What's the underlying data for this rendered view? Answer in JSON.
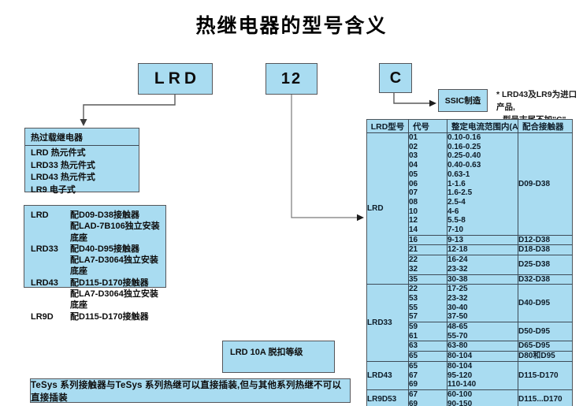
{
  "title": "热继电器的型号含义",
  "colors": {
    "box_fill": "#a9dcf1",
    "box_border": "#55565a",
    "table_line": "#3e4b57",
    "text": "#0d0d0d"
  },
  "model_boxes": {
    "prefix": "LRD",
    "current_code": "12",
    "origin_code": "C"
  },
  "ssic": {
    "label": "SSIC制造"
  },
  "import_note": {
    "line1": "* LRD43及LR9为进口产品,",
    "line2": "型号末尾不加\"C\""
  },
  "relay_types": {
    "title": "热过载继电器",
    "items": [
      "LRD 热元件式",
      "LRD33 热元件式",
      "LRD43 热元件式",
      "LR9 电子式"
    ]
  },
  "pairing": {
    "rows": [
      {
        "model": "LRD",
        "desc": "配D09-D38接触器"
      },
      {
        "model": "",
        "desc": "配LAD-7B106独立安装底座"
      },
      {
        "model": "LRD33",
        "desc": "配D40-D95接触器"
      },
      {
        "model": "",
        "desc": "配LA7-D3064独立安装底座"
      },
      {
        "model": "LRD43",
        "desc": "配D115-D170接触器"
      },
      {
        "model": "",
        "desc": "配LA7-D3064独立安装底座"
      },
      {
        "model": "LR9D",
        "desc": "配D115-D170接触器"
      }
    ]
  },
  "trip_class": {
    "label": "LRD 10A 脱扣等级"
  },
  "footer_note": {
    "text": "TeSys 系列接触器与TeSys 系列热继可以直接插装,但与其他系列热继不可以直接插装"
  },
  "table": {
    "headers": [
      "LRD型号",
      "代号",
      "整定电流范围内(A)",
      "配合接触器"
    ],
    "groups": [
      {
        "model": "LRD",
        "blocks": [
          {
            "contactor": "D09-D38",
            "rows": [
              [
                "01",
                "0.10-0.16"
              ],
              [
                "02",
                "0.16-0.25"
              ],
              [
                "03",
                "0.25-0.40"
              ],
              [
                "04",
                "0.40-0.63"
              ],
              [
                "05",
                "0.63-1"
              ],
              [
                "06",
                "1-1.6"
              ],
              [
                "07",
                "1.6-2.5"
              ],
              [
                "08",
                "2.5-4"
              ],
              [
                "10",
                "4-6"
              ],
              [
                "12",
                "5.5-8"
              ],
              [
                "14",
                "7-10"
              ]
            ]
          },
          {
            "contactor": "D12-D38",
            "rows": [
              [
                "16",
                "9-13"
              ]
            ]
          },
          {
            "contactor": "D18-D38",
            "rows": [
              [
                "21",
                "12-18"
              ]
            ]
          },
          {
            "contactor": "D25-D38",
            "rows": [
              [
                "22",
                "16-24"
              ],
              [
                "32",
                "23-32"
              ]
            ]
          },
          {
            "contactor": "D32-D38",
            "rows": [
              [
                "35",
                "30-38"
              ]
            ]
          }
        ]
      },
      {
        "model": "LRD33",
        "blocks": [
          {
            "contactor": "D40-D95",
            "rows": [
              [
                "22",
                "17-25"
              ],
              [
                "53",
                "23-32"
              ],
              [
                "55",
                "30-40"
              ],
              [
                "57",
                "37-50"
              ]
            ]
          },
          {
            "contactor": "D50-D95",
            "rows": [
              [
                "59",
                "48-65"
              ],
              [
                "61",
                "55-70"
              ]
            ]
          },
          {
            "contactor": "D65-D95",
            "rows": [
              [
                "63",
                "63-80"
              ]
            ]
          },
          {
            "contactor": "D80和D95",
            "rows": [
              [
                "65",
                "80-104"
              ]
            ]
          }
        ]
      },
      {
        "model": "LRD43",
        "blocks": [
          {
            "contactor": "D115-D170",
            "rows": [
              [
                "65",
                "80-104"
              ],
              [
                "67",
                "95-120"
              ],
              [
                "69",
                "110-140"
              ]
            ]
          }
        ]
      },
      {
        "model": "LR9D53",
        "blocks": [
          {
            "contactor": "D115...D170",
            "rows": [
              [
                "67",
                "60-100"
              ],
              [
                "69",
                "90-150"
              ]
            ]
          }
        ]
      }
    ]
  }
}
